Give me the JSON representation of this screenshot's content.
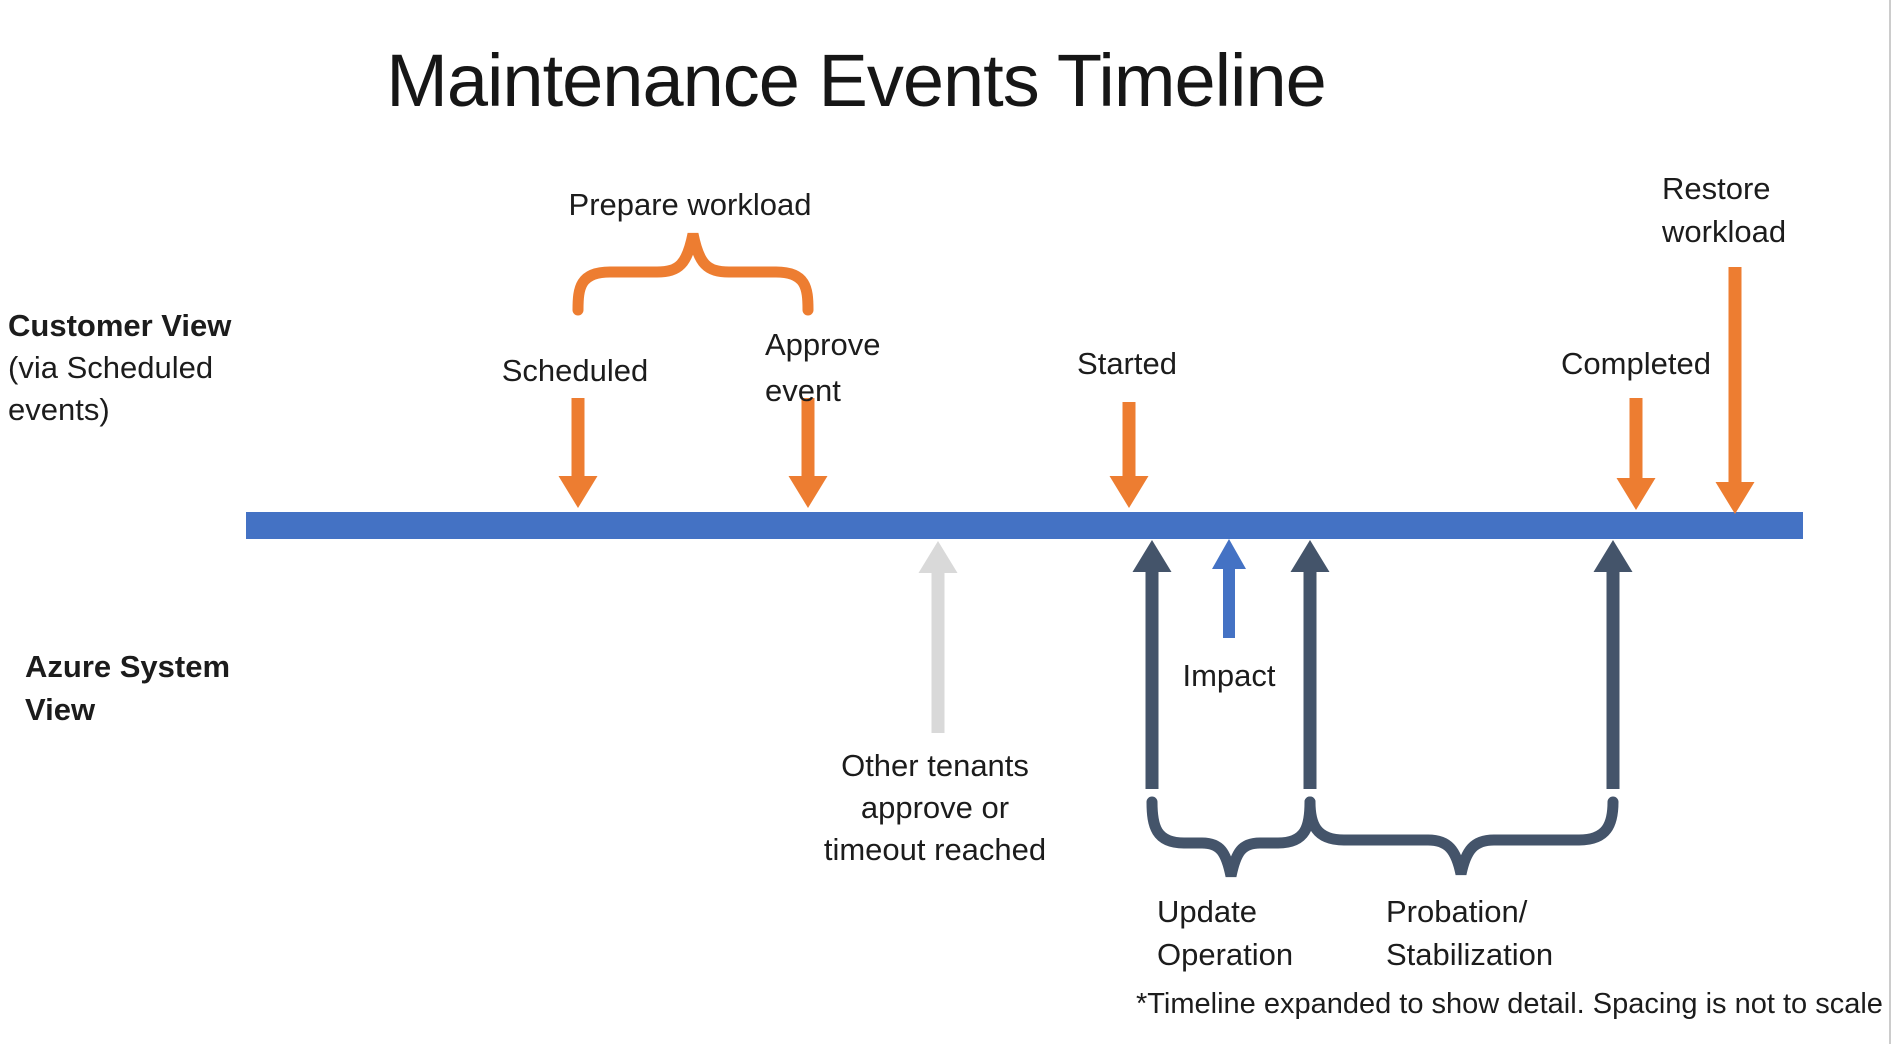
{
  "title": "Maintenance Events Timeline",
  "colors": {
    "orange": "#ED7D31",
    "navy": "#44546A",
    "blue": "#4472C4",
    "bar": "#4472C4",
    "gray": "#D9D9D9",
    "edge": "#CCCCCC",
    "text": "#1C1C1C"
  },
  "views": {
    "customer": {
      "title": "Customer View",
      "subtitle_line1": "(via Scheduled",
      "subtitle_line2": "events)"
    },
    "azure": {
      "title_line1": "Azure System",
      "title_line2": "View"
    }
  },
  "customer_events": {
    "prepare_workload": "Prepare workload",
    "scheduled": "Scheduled",
    "approve_line1": "Approve",
    "approve_line2": "event",
    "started": "Started",
    "completed": "Completed",
    "restore_line1": "Restore",
    "restore_line2": "workload"
  },
  "system_events": {
    "other_tenants_line1": "Other tenants",
    "other_tenants_line2": "approve or",
    "other_tenants_line3": "timeout reached",
    "impact": "Impact",
    "update_line1": "Update",
    "update_line2": "Operation",
    "probation_line1": "Probation/",
    "probation_line2": "Stabilization"
  },
  "footnote": "*Timeline expanded to show detail. Spacing is not to scale"
}
